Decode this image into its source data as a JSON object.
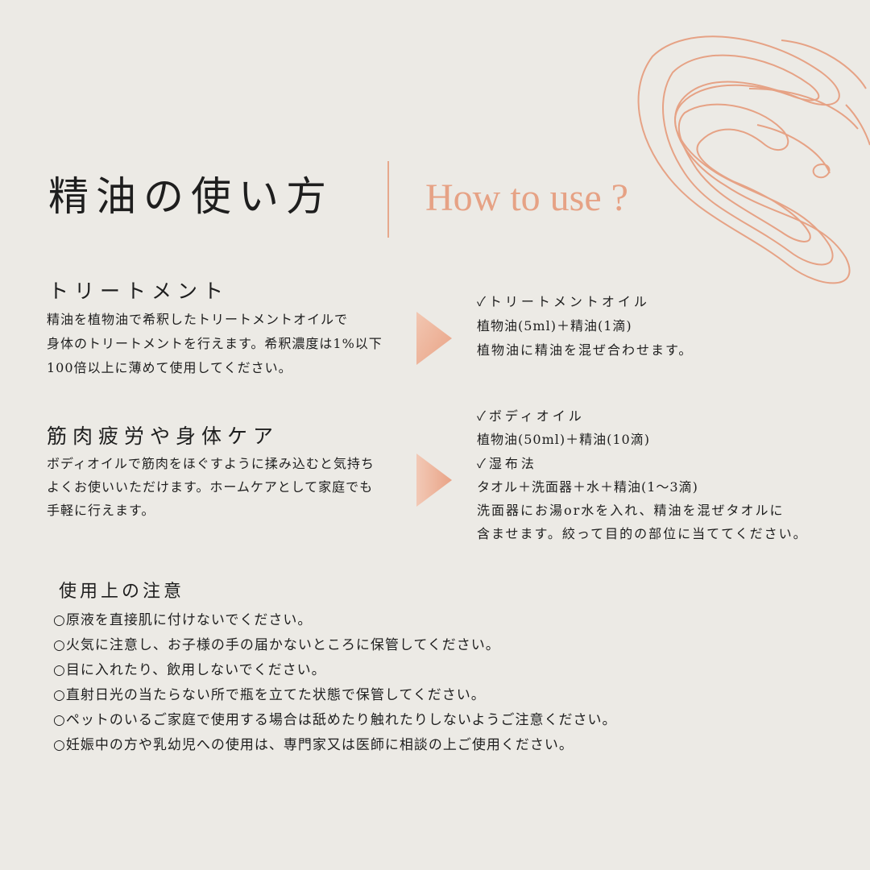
{
  "accent_color": "#E6A285",
  "background_color": "#ECEAE5",
  "header": {
    "title": "精油の使い方",
    "subtitle": "How to use ?"
  },
  "sections": [
    {
      "heading": "トリートメント",
      "body": [
        "精油を植物油で希釈したトリートメントオイルで",
        "身体のトリートメントを行えます。希釈濃度は1%以下",
        "100倍以上に薄めて使用してください。"
      ],
      "recipe": [
        "✓トリートメントオイル",
        "植物油(5ml)＋精油(1滴)",
        "植物油に精油を混ぜ合わせます。"
      ]
    },
    {
      "heading": "筋肉疲労や身体ケア",
      "body": [
        "ボディオイルで筋肉をほぐすように揉み込むと気持ち",
        "よくお使いいただけます。ホームケアとして家庭でも",
        "手軽に行えます。"
      ],
      "recipe": [
        "✓ボディオイル",
        "植物油(50ml)＋精油(10滴)",
        "✓湿布法",
        "タオル＋洗面器＋水＋精油(1～3滴)",
        "洗面器にお湯or水を入れ、精油を混ぜタオルに",
        "含ませます。絞って目的の部位に当ててください。"
      ]
    }
  ],
  "notes": {
    "heading": "使用上の注意",
    "items": [
      "○原液を直接肌に付けないでください。",
      "○火気に注意し、お子様の手の届かないところに保管してください。",
      "○目に入れたり、飲用しないでください。",
      "○直射日光の当たらない所で瓶を立てた状態で保管してください。",
      "○ペットのいるご家庭で使用する場合は舐めたり触れたりしないようご注意ください。",
      "○妊娠中の方や乳幼児への使用は、専門家又は医師に相談の上ご使用ください。"
    ]
  }
}
